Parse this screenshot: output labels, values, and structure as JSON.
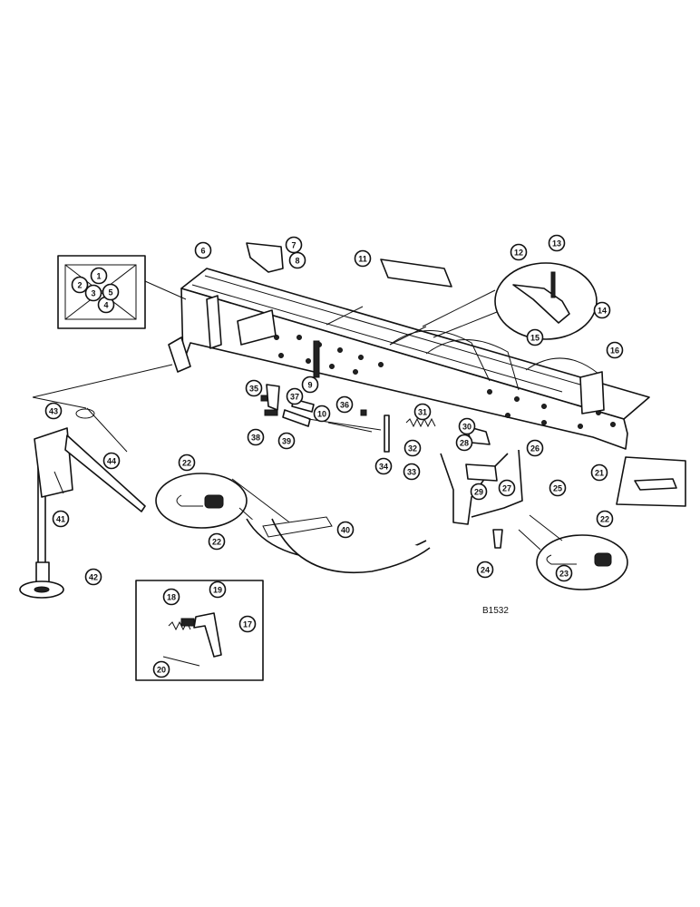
{
  "drawing_code": "B1532",
  "callouts": [
    "1",
    "2",
    "3",
    "4",
    "5",
    "6",
    "7",
    "8",
    "9",
    "10",
    "11",
    "12",
    "13",
    "14",
    "15",
    "16",
    "17",
    "18",
    "19",
    "20",
    "21",
    "22",
    "23",
    "24",
    "25",
    "26",
    "27",
    "28",
    "29",
    "30",
    "31",
    "32",
    "33",
    "34",
    "35",
    "36",
    "37",
    "38",
    "39",
    "40",
    "41",
    "42",
    "43",
    "44"
  ],
  "colors": {
    "ink": "#111111",
    "paper": "#ffffff"
  }
}
